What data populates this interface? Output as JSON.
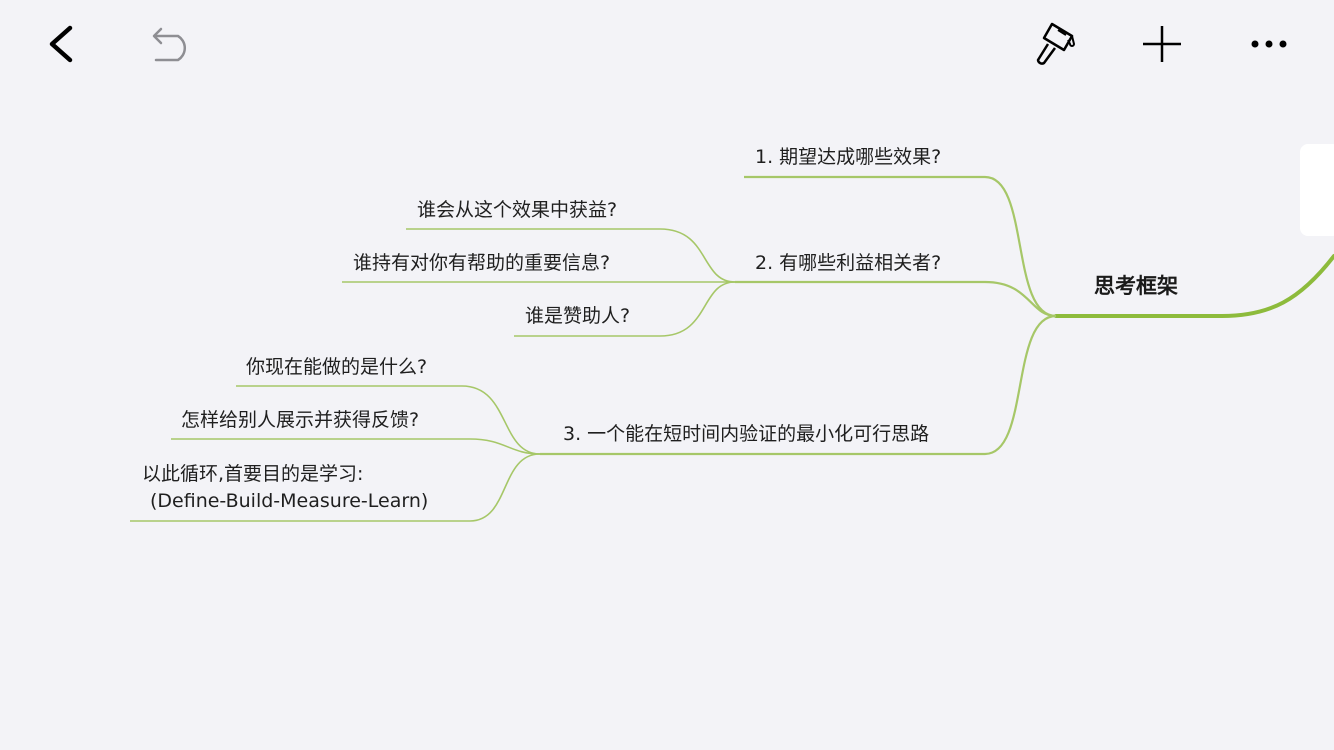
{
  "toolbar": {
    "back_icon": "chevron-left-icon",
    "undo_icon": "undo-icon",
    "style_icon": "paint-brush-icon",
    "add_icon": "plus-icon",
    "more_icon": "more-horizontal-icon"
  },
  "colors": {
    "background": "#f3f3f7",
    "branch_line": "#a6c768",
    "root_line": "#8dbb3c",
    "text": "#1f1f1f"
  },
  "mindmap": {
    "root": "思考框架",
    "branches": [
      {
        "label": "1. 期望达成哪些效果?",
        "children": []
      },
      {
        "label": "2. 有哪些利益相关者?",
        "children": [
          "谁会从这个效果中获益?",
          "谁持有对你有帮助的重要信息?",
          "谁是赞助人?"
        ]
      },
      {
        "label": "3. 一个能在短时间内验证的最小化可行思路",
        "children": [
          "你现在能做的是什么?",
          "怎样给别人展示并获得反馈?",
          {
            "line1": "以此循环,首要目的是学习:",
            "line2": "(Define-Build-Measure-Learn)"
          }
        ]
      }
    ]
  }
}
